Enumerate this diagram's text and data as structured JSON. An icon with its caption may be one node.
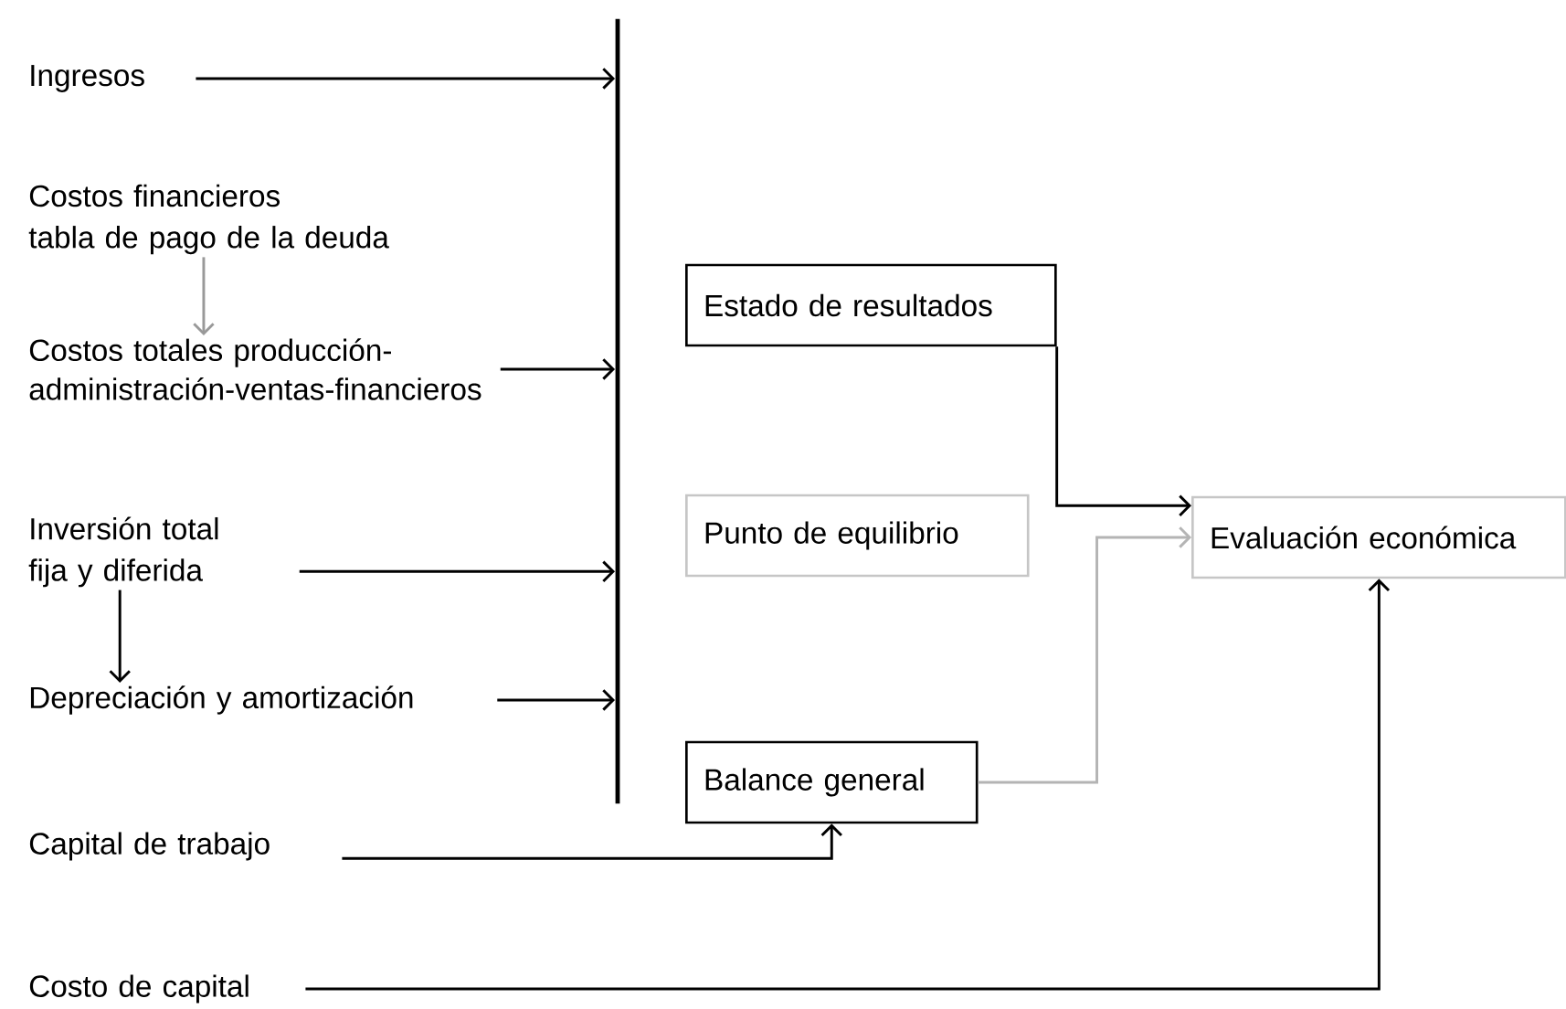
{
  "diagram": {
    "nodes": [
      {
        "text": [
          "Ingresos"
        ]
      },
      {
        "text": [
          "Costos financieros",
          "tabla de pago de la deuda"
        ]
      },
      {
        "text": [
          "Costos totales producción-administración-ventas-financieros"
        ]
      },
      {
        "text": [
          "Inversión total",
          "fija y diferida"
        ]
      },
      {
        "text": [
          "Depreciación y amortización"
        ]
      },
      {
        "text": [
          "Capital de trabajo"
        ]
      },
      {
        "text": [
          "Costo de capital"
        ]
      },
      {
        "text": [],
        "shape": "bar"
      },
      {
        "text": [
          "Estado de resultados"
        ]
      },
      {
        "text": [
          "Punto de equilibrio"
        ]
      },
      {
        "text": [
          "Balance general"
        ]
      },
      {
        "text": [
          "Evaluación económica"
        ]
      }
    ],
    "edges": [
      {
        "from": 0,
        "to": 7,
        "arrow": "to"
      },
      {
        "from": 1,
        "to": 2,
        "arrow": "to",
        "color": "#999999"
      },
      {
        "from": 2,
        "to": 7,
        "arrow": "to"
      },
      {
        "from": 3,
        "to": 4,
        "arrow": "to"
      },
      {
        "from": 3,
        "to": 7,
        "arrow": "to"
      },
      {
        "from": 4,
        "to": 7,
        "arrow": "to"
      },
      {
        "from": 5,
        "to": 10,
        "arrow": "to"
      },
      {
        "from": 6,
        "to": 11,
        "arrow": "to"
      },
      {
        "from": 8,
        "to": 11,
        "arrow": "to"
      },
      {
        "from": 10,
        "to": 11,
        "arrow": "to",
        "color": "#b4b4b4"
      }
    ]
  }
}
